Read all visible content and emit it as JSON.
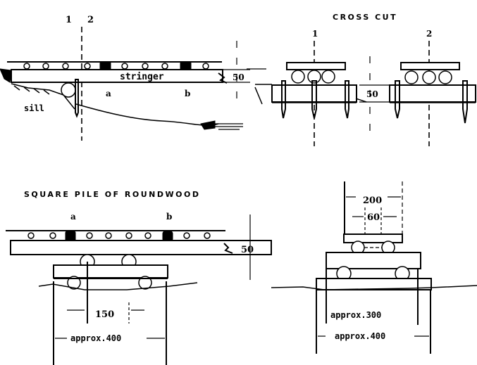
{
  "diagram": {
    "side_view": {
      "section_marks": [
        "1",
        "2"
      ],
      "stringer_label": "stringer",
      "sill_label": "sill",
      "point_labels": [
        "a",
        "b"
      ],
      "height_dim": "50"
    },
    "cross_cut": {
      "title": "CROSS CUT",
      "section_marks": [
        "1",
        "2"
      ],
      "height_dim": "50"
    },
    "square_pile": {
      "title": "SQUARE PILE OF ROUNDWOOD",
      "point_labels": [
        "a",
        "b"
      ],
      "height_dim": "50",
      "spacing_dim": "150",
      "width_dim": "approx.400"
    },
    "pile_end_view": {
      "top_width_dim": "200",
      "inner_dim": "60",
      "mid_width_dim": "approx.300",
      "base_width_dim": "approx.400"
    }
  }
}
